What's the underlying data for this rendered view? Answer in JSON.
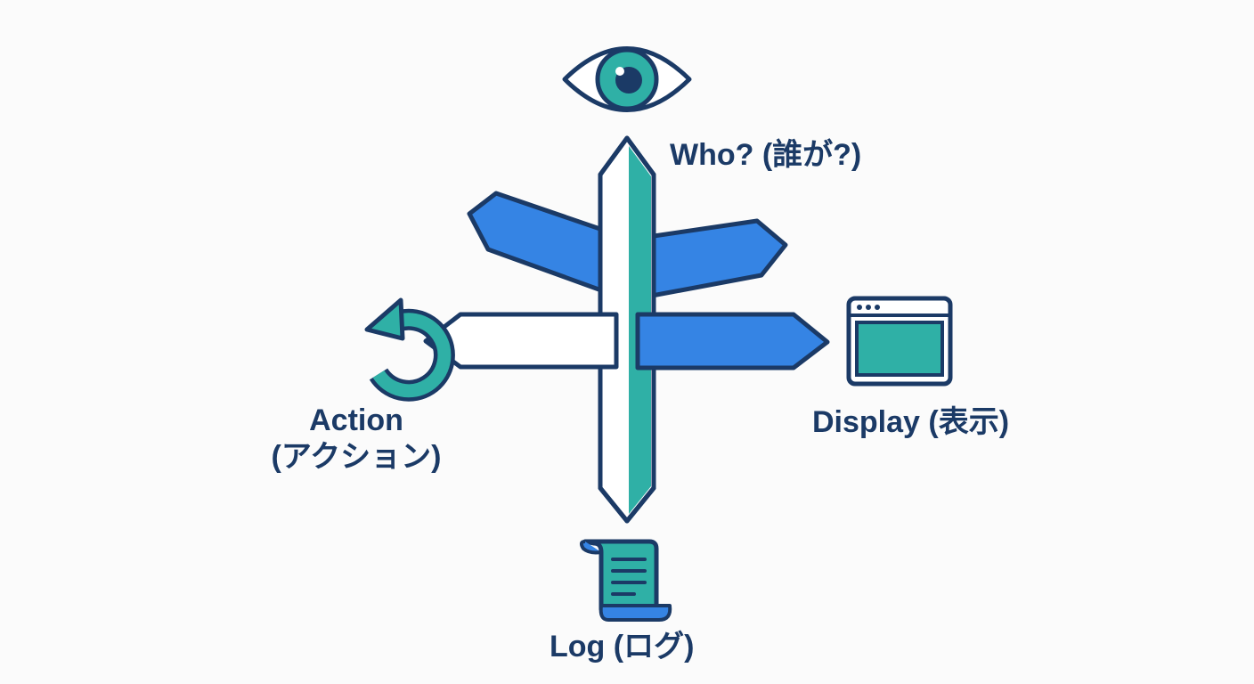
{
  "labels": {
    "who": "Who? (誰が?)",
    "action_line1": "Action",
    "action_line2": "(アクション)",
    "display": "Display (表示)",
    "log": "Log (ログ)"
  },
  "icons": {
    "top": "eye-icon",
    "left": "refresh-icon",
    "right": "browser-window-icon",
    "bottom": "scroll-document-icon"
  },
  "colors": {
    "outline": "#1b3a66",
    "blue": "#3584e4",
    "teal": "#2fb0a6",
    "white": "#ffffff",
    "background": "#fbfbfb"
  }
}
